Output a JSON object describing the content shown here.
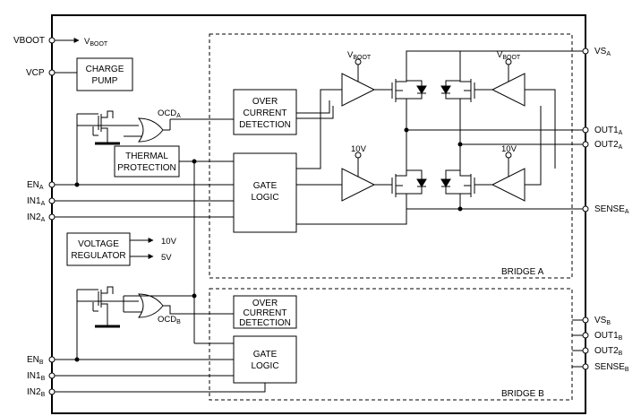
{
  "pins_left": {
    "vboot": "VBOOT",
    "vcp": "VCP",
    "en_a": "EN",
    "en_a_sub": "A",
    "in1_a": "IN1",
    "in1_a_sub": "A",
    "in2_a": "IN2",
    "in2_a_sub": "A",
    "en_b": "EN",
    "en_b_sub": "B",
    "in1_b": "IN1",
    "in1_b_sub": "B",
    "in2_b": "IN2",
    "in2_b_sub": "B"
  },
  "pins_right": {
    "vs_a": "VS",
    "vs_a_sub": "A",
    "out1_a": "OUT1",
    "out1_a_sub": "A",
    "out2_a": "OUT2",
    "out2_a_sub": "A",
    "sense_a": "SENSE",
    "sense_a_sub": "A",
    "vs_b": "VS",
    "vs_b_sub": "B",
    "out1_b": "OUT1",
    "out1_b_sub": "B",
    "out2_b": "OUT2",
    "out2_b_sub": "B",
    "sense_b": "SENSE",
    "sense_b_sub": "B"
  },
  "internal": {
    "vboot": "V",
    "vboot_sub": "BOOT",
    "ocd_a": "OCD",
    "ocd_a_sub": "A",
    "ocd_b": "OCD",
    "ocd_b_sub": "B",
    "reg_10v": "10V",
    "reg_5v": "5V",
    "driver_vboot": "V",
    "driver_vboot_sub": "BOOT",
    "driver_10v": "10V"
  },
  "blocks": {
    "charge_pump": [
      "CHARGE",
      "PUMP"
    ],
    "over_current_a": [
      "OVER",
      "CURRENT",
      "DETECTION"
    ],
    "thermal": [
      "THERMAL",
      "PROTECTION"
    ],
    "gate_logic_a": [
      "GATE",
      "LOGIC"
    ],
    "voltage_regulator": [
      "VOLTAGE",
      "REGULATOR"
    ],
    "over_current_b": [
      "OVER",
      "CURRENT",
      "DETECTION"
    ],
    "gate_logic_b": [
      "GATE",
      "LOGIC"
    ]
  },
  "regions": {
    "bridge_a": "BRIDGE A",
    "bridge_b": "BRIDGE B"
  }
}
